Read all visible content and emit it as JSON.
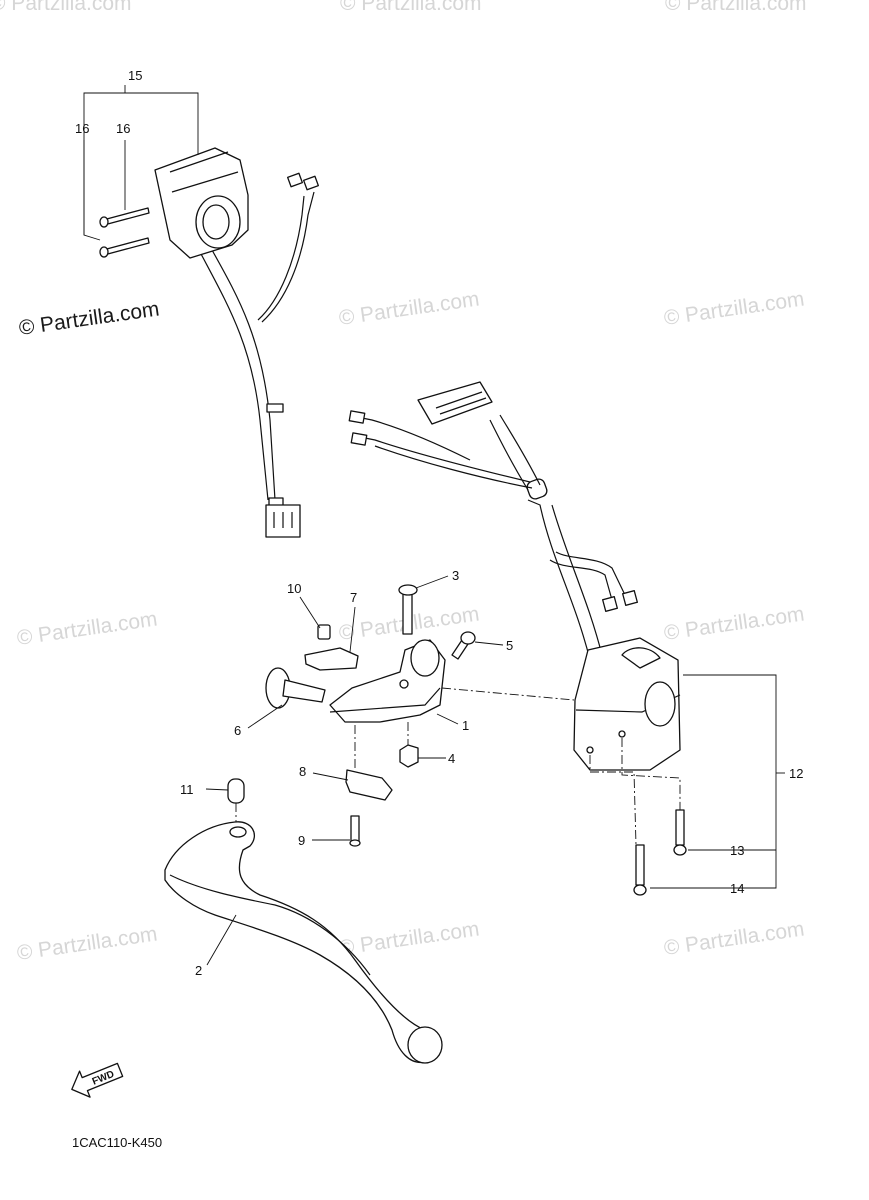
{
  "watermark": {
    "main": "© Partzilla.com",
    "repeat": "© Partzilla.com"
  },
  "diagram_code": "1CAC110-K450",
  "fwd_label": "FWD",
  "callouts": {
    "c1": "1",
    "c2": "2",
    "c3": "3",
    "c4": "4",
    "c5": "5",
    "c6": "6",
    "c7": "7",
    "c8": "8",
    "c9": "9",
    "c10": "10",
    "c11": "11",
    "c12": "12",
    "c13": "13",
    "c14": "14",
    "c15": "15",
    "c16a": "16",
    "c16b": "16"
  },
  "icons": [
    "fwd-arrow-icon",
    "copyright-icon"
  ]
}
